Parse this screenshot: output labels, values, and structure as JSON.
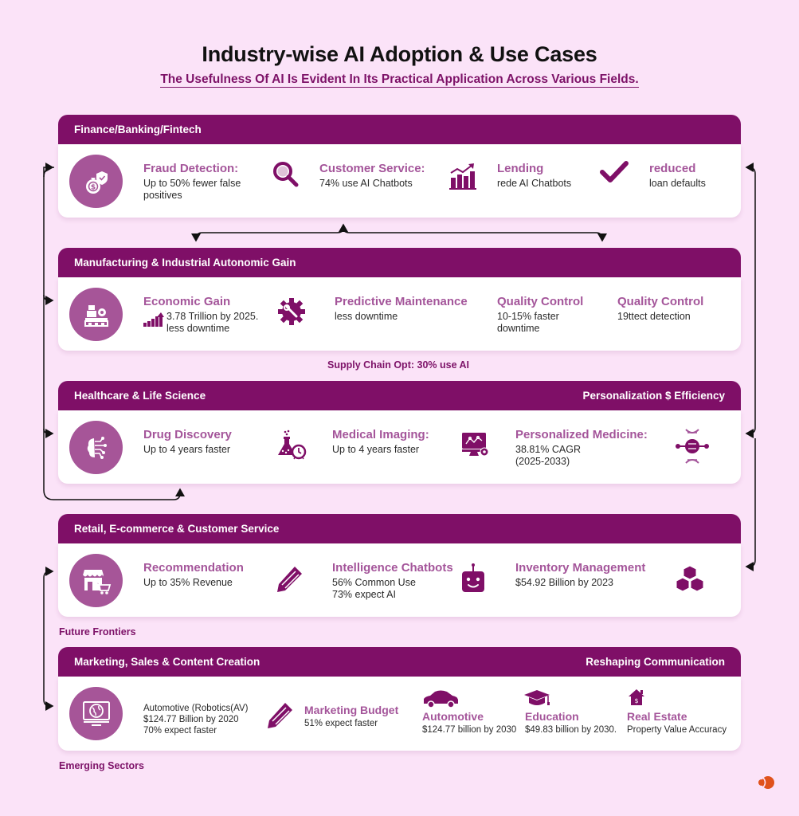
{
  "header": {
    "title": "Industry-wise AI Adoption & Use Cases",
    "subtitle": "The Usefulness Of AI Is Evident In Its Practical Application Across Various Fields."
  },
  "colors": {
    "background": "#fbe3f8",
    "header_bar": "#7f0f67",
    "circle": "#a65598",
    "item_title": "#a4559a",
    "icon": "#7f0f67",
    "logo": "#e0521c"
  },
  "sections": [
    {
      "title": "Finance/Banking/Fintech",
      "right_label": "",
      "icon": "money-bag-shield-icon",
      "items": [
        {
          "title": "Fraud Detection:",
          "lines": [
            "Up to 50% fewer false",
            "positives"
          ]
        },
        {
          "title": "Customer Service:",
          "lines": [
            "74% use AI Chatbots"
          ],
          "icon": "magnifier-icon"
        },
        {
          "title": "Lending",
          "lines": [
            "rede AI Chatbots"
          ],
          "icon": "growth-chart-icon"
        },
        {
          "title": "reduced",
          "lines": [
            "loan defaults"
          ],
          "icon": "checkmark-icon"
        }
      ]
    },
    {
      "title": "Manufacturing & Industrial Autonomic Gain",
      "right_label": "",
      "icon": "factory-gear-icon",
      "items": [
        {
          "title": "Economic Gain",
          "lines": [
            "3.78 Trillion by 2025.",
            "less downtime"
          ],
          "icon": "bar-growth-icon"
        },
        {
          "title": "Predictive Maintenance",
          "lines": [
            "less downtime"
          ],
          "icon": "gear-wrench-icon"
        },
        {
          "title": "Quality Control",
          "lines": [
            "10-15% faster",
            "downtime"
          ]
        },
        {
          "title": "Quality Control",
          "lines": [
            "19ttect detection"
          ]
        }
      ],
      "note": "Supply Chain Opt: 30% use AI"
    },
    {
      "title": "Healthcare & Life Science",
      "right_label": "Personalization $ Efficiency",
      "icon": "ai-brain-icon",
      "items": [
        {
          "title": "Drug Discovery",
          "lines": [
            "Up to 4 years faster"
          ],
          "icon": "flask-clock-icon"
        },
        {
          "title": "Medical Imaging:",
          "lines": [
            "Up to 4 years faster"
          ],
          "icon": "monitor-analytics-icon"
        },
        {
          "title": "Personalized Medicine:",
          "lines": [
            "38.81% CAGR",
            "(2025-2033)"
          ],
          "icon": "dna-icon"
        }
      ]
    },
    {
      "title": "Retail, E-commerce & Customer Service",
      "right_label": "",
      "icon": "store-cart-icon",
      "items": [
        {
          "title": "Recommendation",
          "lines": [
            "Up to 35% Revenue"
          ],
          "icon": "pencil-icon"
        },
        {
          "title": "Intelligence Chatbots",
          "lines": [
            "56%  Common Use",
            "73% expect AI"
          ],
          "icon": "robot-icon"
        },
        {
          "title": "Inventory Management",
          "lines": [
            "$54.92 Billion by 2023"
          ],
          "icon": "boxes-icon"
        }
      ],
      "note": "Future Frontiers"
    },
    {
      "title": "Marketing, Sales & Content Creation",
      "right_label": "Reshaping Communication",
      "icon": "globe-monitor-icon",
      "items": [
        {
          "title": "",
          "lines": [
            "Automotive (Robotics(AV)",
            "$124.77 Billion by 2020",
            "70% expect faster"
          ],
          "icon": "pencil-icon"
        },
        {
          "title": "Marketing Budget",
          "lines": [
            "51% expect faster"
          ]
        },
        {
          "title": "Automotive",
          "lines": [
            "$124.77 billion by 2030"
          ],
          "icon": "car-icon"
        },
        {
          "title": "Education",
          "lines": [
            "$49.83 billion by 2030."
          ],
          "icon": "graduation-cap-icon"
        },
        {
          "title": "Real Estate",
          "lines": [
            "Property Value Accuracy"
          ],
          "icon": "house-dollar-icon"
        }
      ],
      "note": "Emerging Sectors"
    }
  ]
}
